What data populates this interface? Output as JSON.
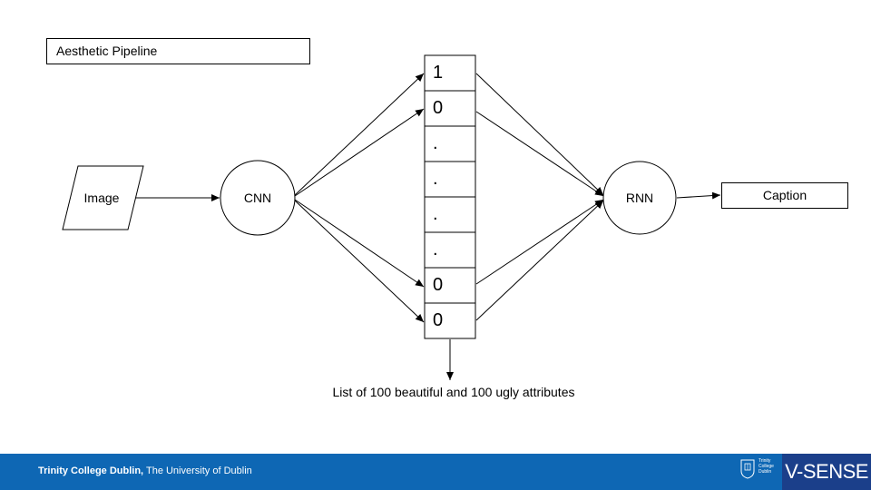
{
  "title": "Aesthetic Pipeline",
  "nodes": {
    "image": "Image",
    "cnn": "CNN",
    "rnn": "RNN",
    "caption": "Caption"
  },
  "vector": [
    "1",
    "0",
    ".",
    ".",
    ".",
    ".",
    "0",
    "0"
  ],
  "vector_note": "List of 100 beautiful and 100 ugly attributes",
  "footer": {
    "institution": "Trinity College Dublin,",
    "university": " The University of Dublin",
    "crest_text": "Trinity College Dublin",
    "brand": "V-SENSE"
  },
  "colors": {
    "footer_bg": "#0e67b4",
    "brand_bg": "#1b3f8a"
  }
}
